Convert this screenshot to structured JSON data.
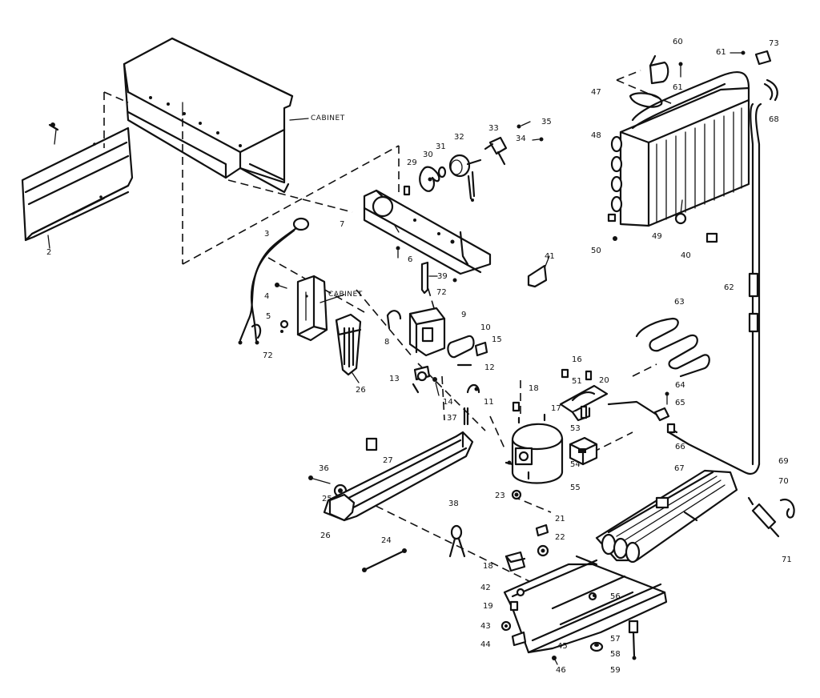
{
  "diagram": {
    "callouts": [
      {
        "key": "c2",
        "text": "2"
      },
      {
        "key": "c3",
        "text": "3"
      },
      {
        "key": "c4",
        "text": "4"
      },
      {
        "key": "c5",
        "text": "5"
      },
      {
        "key": "c6",
        "text": "6"
      },
      {
        "key": "c7",
        "text": "7"
      },
      {
        "key": "c8",
        "text": "8"
      },
      {
        "key": "c9",
        "text": "9"
      },
      {
        "key": "c10",
        "text": "10"
      },
      {
        "key": "c11",
        "text": "11"
      },
      {
        "key": "c12",
        "text": "12"
      },
      {
        "key": "c13",
        "text": "13"
      },
      {
        "key": "c14",
        "text": "14"
      },
      {
        "key": "c15",
        "text": "15"
      },
      {
        "key": "c16",
        "text": "16"
      },
      {
        "key": "c17",
        "text": "17"
      },
      {
        "key": "c18a",
        "text": "18"
      },
      {
        "key": "c18b",
        "text": "18"
      },
      {
        "key": "c19",
        "text": "19"
      },
      {
        "key": "c20",
        "text": "20"
      },
      {
        "key": "c21",
        "text": "21"
      },
      {
        "key": "c22",
        "text": "22"
      },
      {
        "key": "c23",
        "text": "23"
      },
      {
        "key": "c24",
        "text": "24"
      },
      {
        "key": "c25",
        "text": "25"
      },
      {
        "key": "c26a",
        "text": "26"
      },
      {
        "key": "c26b",
        "text": "26"
      },
      {
        "key": "c27",
        "text": "27"
      },
      {
        "key": "c29",
        "text": "29"
      },
      {
        "key": "c30",
        "text": "30"
      },
      {
        "key": "c31",
        "text": "31"
      },
      {
        "key": "c32",
        "text": "32"
      },
      {
        "key": "c33",
        "text": "33"
      },
      {
        "key": "c34",
        "text": "34"
      },
      {
        "key": "c35",
        "text": "35"
      },
      {
        "key": "c36",
        "text": "36"
      },
      {
        "key": "c37",
        "text": "37"
      },
      {
        "key": "c38",
        "text": "38"
      },
      {
        "key": "c39",
        "text": "39"
      },
      {
        "key": "c40",
        "text": "40"
      },
      {
        "key": "c41",
        "text": "41"
      },
      {
        "key": "c42",
        "text": "42"
      },
      {
        "key": "c43",
        "text": "43"
      },
      {
        "key": "c44",
        "text": "44"
      },
      {
        "key": "c45",
        "text": "45"
      },
      {
        "key": "c46",
        "text": "46"
      },
      {
        "key": "c47",
        "text": "47"
      },
      {
        "key": "c48",
        "text": "48"
      },
      {
        "key": "c49",
        "text": "49"
      },
      {
        "key": "c50",
        "text": "50"
      },
      {
        "key": "c51",
        "text": "51"
      },
      {
        "key": "c53",
        "text": "53"
      },
      {
        "key": "c54",
        "text": "54"
      },
      {
        "key": "c55",
        "text": "55"
      },
      {
        "key": "c56",
        "text": "56"
      },
      {
        "key": "c57",
        "text": "57"
      },
      {
        "key": "c58",
        "text": "58"
      },
      {
        "key": "c59",
        "text": "59"
      },
      {
        "key": "c60",
        "text": "60"
      },
      {
        "key": "c61a",
        "text": "61"
      },
      {
        "key": "c61b",
        "text": "61"
      },
      {
        "key": "c62",
        "text": "62"
      },
      {
        "key": "c63",
        "text": "63"
      },
      {
        "key": "c64",
        "text": "64"
      },
      {
        "key": "c65",
        "text": "65"
      },
      {
        "key": "c66",
        "text": "66"
      },
      {
        "key": "c67",
        "text": "67"
      },
      {
        "key": "c68",
        "text": "68"
      },
      {
        "key": "c69",
        "text": "69"
      },
      {
        "key": "c70",
        "text": "70"
      },
      {
        "key": "c71",
        "text": "71"
      },
      {
        "key": "c72a",
        "text": "72"
      },
      {
        "key": "c72b",
        "text": "72"
      },
      {
        "key": "c73",
        "text": "73"
      }
    ],
    "cabinet_top_label": "CABINET",
    "cabinet_mid_label": "CABINET"
  }
}
